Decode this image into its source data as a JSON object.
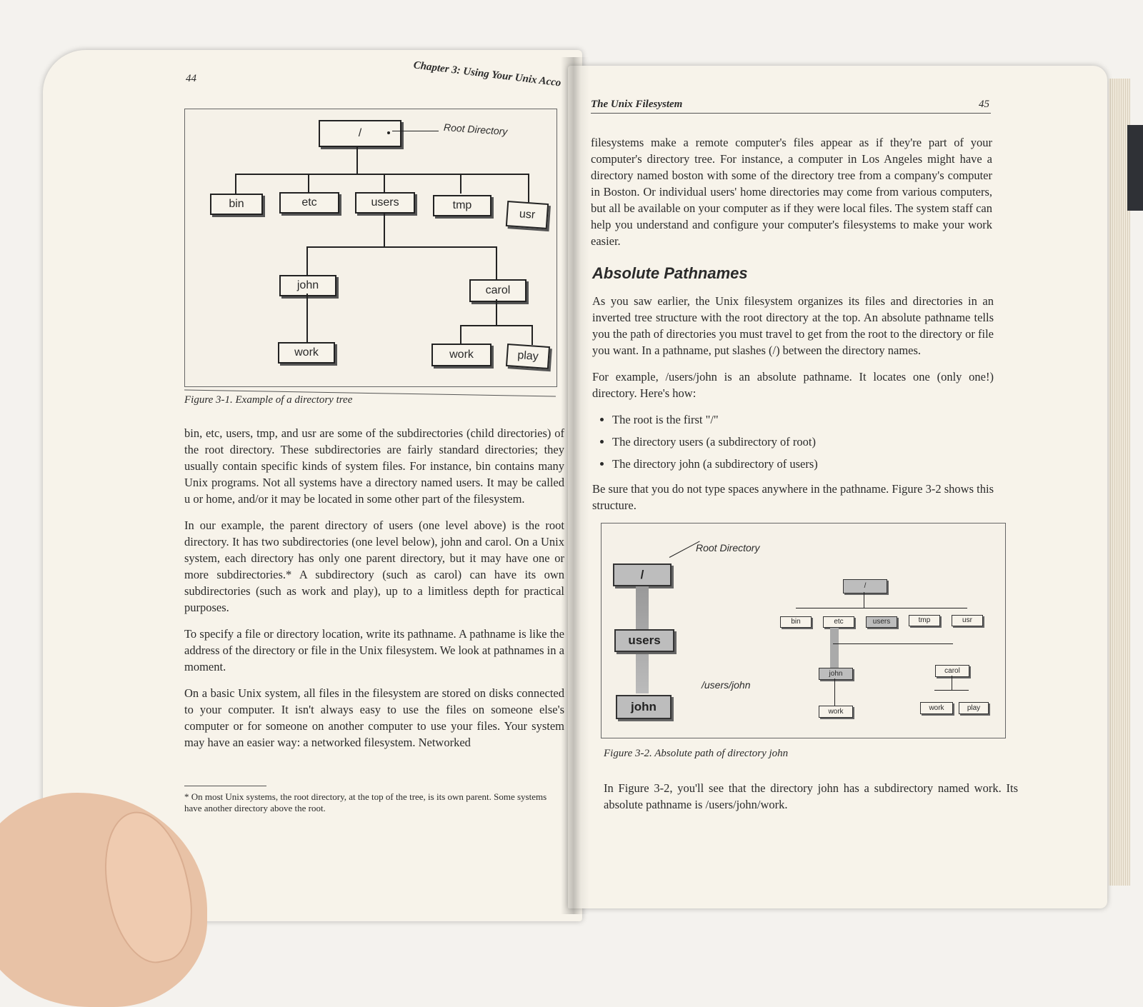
{
  "left_page": {
    "page_number": "44",
    "running_head": "Chapter 3: Using Your Unix Acco",
    "figure": {
      "root_label": "/",
      "root_annotation": "Root Directory",
      "level1": [
        "bin",
        "etc",
        "users",
        "tmp",
        "usr"
      ],
      "john": "john",
      "carol": "carol",
      "john_work": "work",
      "carol_work": "work",
      "carol_play": "play",
      "caption": "Figure 3-1. Example of a directory tree"
    },
    "paragraphs": [
      "bin, etc, users, tmp, and usr are some of the subdirectories (child directories) of the root directory. These subdirectories are fairly standard directories; they usually contain specific kinds of system files. For instance, bin contains many Unix programs. Not all systems have a directory named users. It may be called u or home, and/or it may be located in some other part of the filesystem.",
      "In our example, the parent directory of users (one level above) is the root directory. It has two subdirectories (one level below), john and carol. On a Unix system, each directory has only one parent directory, but it may have one or more subdirectories.* A subdirectory (such as carol) can have its own subdirectories (such as work and play), up to a limitless depth for practical purposes.",
      "To specify a file or directory location, write its pathname. A pathname is like the address of the directory or file in the Unix filesystem. We look at pathnames in a moment.",
      "On a basic Unix system, all files in the filesystem are stored on disks connected to your computer. It isn't always easy to use the files on someone else's computer or for someone on another computer to use your files. Your system may have an easier way: a networked filesystem. Networked"
    ],
    "footnote": "* On most Unix systems, the root directory, at the top of the tree, is its own parent. Some systems have another directory above the root."
  },
  "right_page": {
    "page_number": "45",
    "running_head": "The Unix Filesystem",
    "intro_paragraph": "filesystems make a remote computer's files appear as if they're part of your computer's directory tree. For instance, a computer in Los Angeles might have a directory named boston with some of the directory tree from a company's computer in Boston. Or individual users' home directories may come from various computers, but all be available on your computer as if they were local files. The system staff can help you understand and configure your computer's filesystems to make your work easier.",
    "heading": "Absolute Pathnames",
    "paragraph2": "As you saw earlier, the Unix filesystem organizes its files and directories in an inverted tree structure with the root directory at the top. An absolute pathname tells you the path of directories you must travel to get from the root to the directory or file you want. In a pathname, put slashes (/) between the directory names.",
    "paragraph3": "For example, /users/john is an absolute pathname. It locates one (only one!) directory. Here's how:",
    "bullets": [
      "The root is the first \"/\"",
      "The directory users (a subdirectory of root)",
      "The directory john (a subdirectory of users)"
    ],
    "paragraph4": "Be sure that you do not type spaces anywhere in the pathname. Figure 3-2 shows this structure.",
    "figure": {
      "root_annotation": "Root Directory",
      "path_annotation": "/users/john",
      "big_root": "/",
      "big_users": "users",
      "big_john": "john",
      "small_root": "/",
      "small_level1": [
        "bin",
        "etc",
        "users",
        "tmp",
        "usr"
      ],
      "small_john": "john",
      "small_carol": "carol",
      "small_john_work": "work",
      "small_carol_work": "work",
      "small_carol_play": "play",
      "caption": "Figure 3-2. Absolute path of directory john"
    },
    "closing_paragraph": "In Figure 3-2, you'll see that the directory john has a subdirectory named work. Its absolute pathname is /users/john/work."
  }
}
